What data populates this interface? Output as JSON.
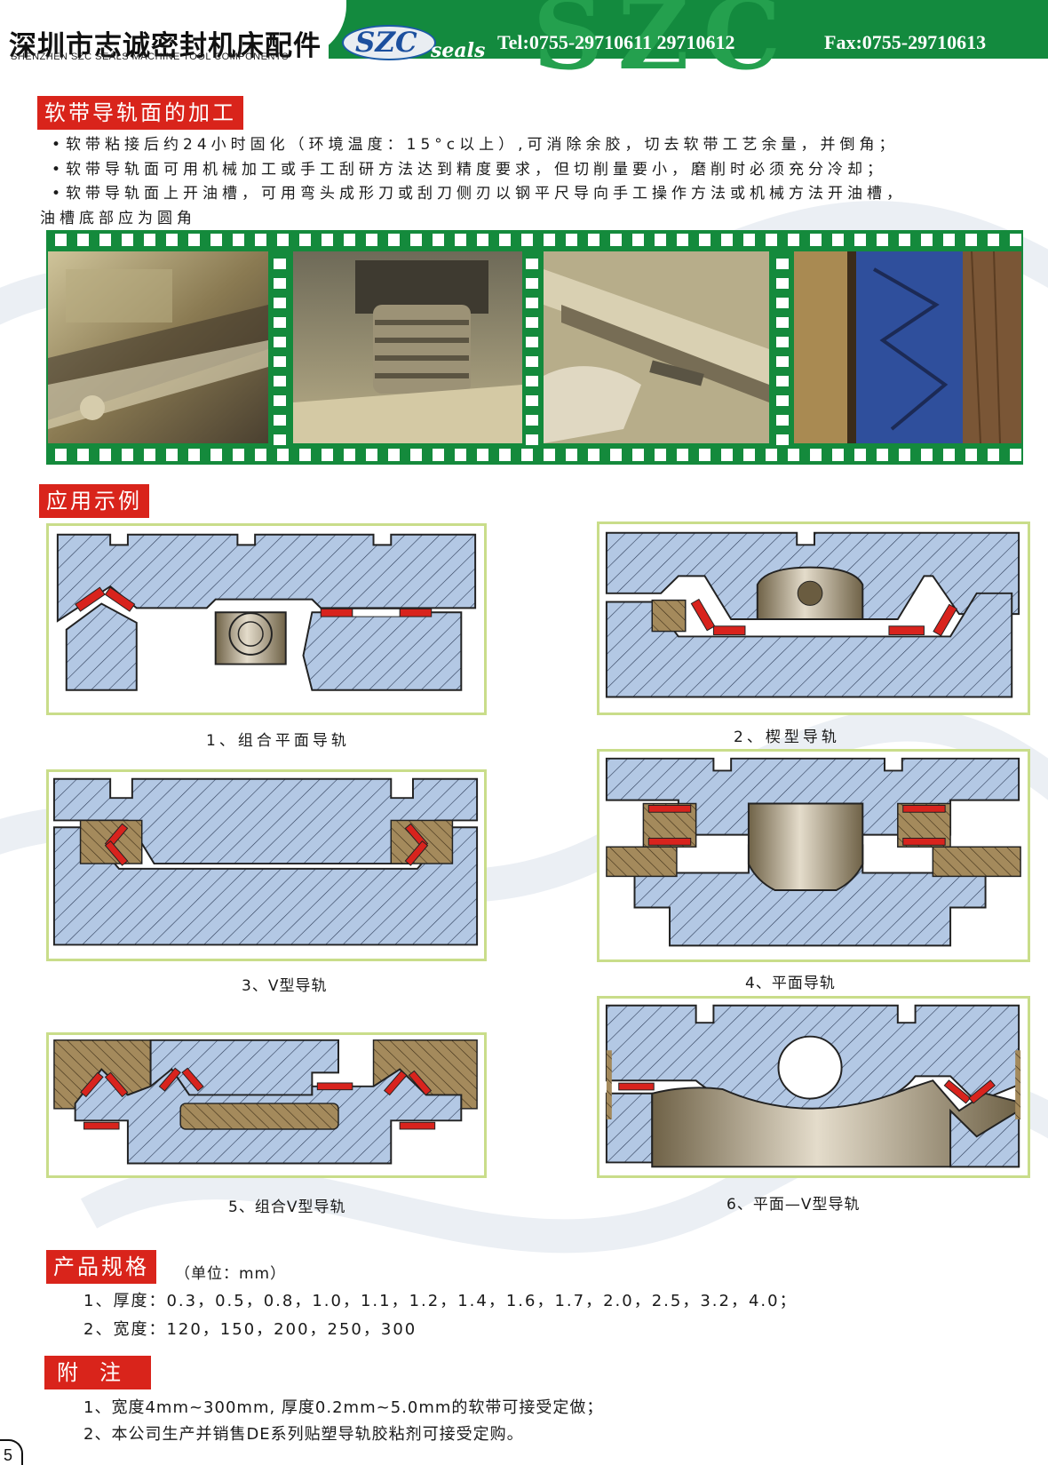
{
  "header": {
    "company_cn": "深圳市志诚密封机床配件",
    "company_en": "SHENZHEN SZC SEALS MACHINE TOOL COMPONENTS",
    "logo_main": "SZC",
    "logo_sub": "seals",
    "tel": "Tel:0755-29710611  29710612",
    "fax": "Fax:0755-29710613",
    "colors": {
      "green": "#138a3e",
      "logo_blue": "#1c4f9e"
    }
  },
  "section_processing": {
    "title": "软带导轨面的加工",
    "bullets": [
      "软带粘接后约24小时固化（环境温度：15°c以上）,可消除余胶，切去软带工艺余量，并倒角；",
      "软带导轨面可用机械加工或手工刮研方法达到精度要求，但切削量要小，磨削时必须充分冷却；",
      "软带导轨面上开油槽，可用弯头成形刀或刮刀侧刃以钢平尺导向手工操作方法或机械方法开油槽，",
      "油槽底部应为圆角"
    ],
    "bullet_symbol": "•"
  },
  "section_examples": {
    "title": "应用示例",
    "captions": [
      "1、组合平面导轨",
      "2、楔型导轨",
      "3、V型导轨",
      "4、平面导轨",
      "5、组合V型导轨",
      "6、平面—V型导轨"
    ]
  },
  "section_specs": {
    "title": "产品规格",
    "unit": "（单位：mm）",
    "lines": [
      "1、厚度：0.3，0.5，0.8，1.0，1.1，1.2，1.4，1.6，1.7，2.0，2.5，3.2，4.0；",
      "2、宽度：120，150，200，250，300"
    ]
  },
  "section_notes": {
    "title": "附注",
    "lines": [
      "1、宽度4mm~300mm, 厚度0.2mm~5.0mm的软带可接受定做；",
      "2、本公司生产并销售DE系列贴塑导轨胶粘剂可接受定购。"
    ]
  },
  "page_number": "5",
  "colors": {
    "tag_red": "#d9241b",
    "steel_blue": "#b3c8e4",
    "strip_red": "#d8231d",
    "wood": "#a48a5c"
  }
}
